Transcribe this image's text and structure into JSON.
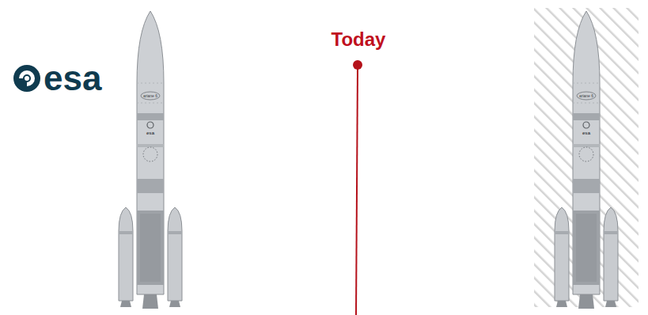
{
  "diagram": {
    "labels": [
      "esa",
      "Today",
      "ariane 6",
      "esa",
      "ariane 6",
      "esa"
    ]
  }
}
